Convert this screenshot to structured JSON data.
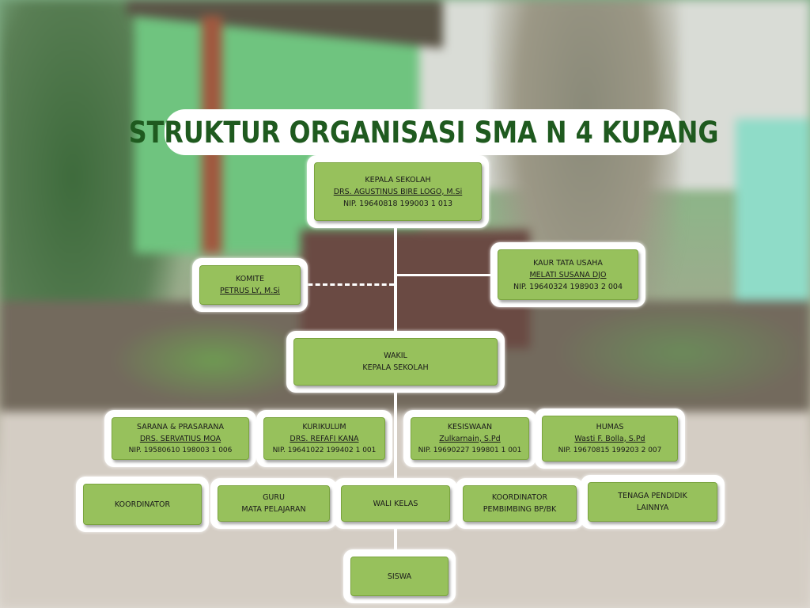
{
  "title": "STRUKTUR ORGANISASI SMA N 4 KUPANG",
  "kepala_sekolah": {
    "role": "KEPALA SEKOLAH",
    "name": "DRS. AGUSTINUS BIRE LOGO, M.Si",
    "nip": "NIP. 19640818 199003 1 013"
  },
  "komite": {
    "role": "KOMITE",
    "name": "PETRUS LY, M.Si"
  },
  "kaur_tata_usaha": {
    "role": "KAUR TATA USAHA",
    "name": "MELATI SUSANA DJO",
    "nip": "NIP. 19640324 198903 2 004"
  },
  "wakil": {
    "line1": "WAKIL",
    "line2": "KEPALA SEKOLAH"
  },
  "wakasek": [
    {
      "role": "SARANA & PRASARANA",
      "name": "DRS. SERVATIUS MOA",
      "nip": "NIP. 19580610 198003 1 006"
    },
    {
      "role": "KURIKULUM",
      "name": "DRS. REFAFI KANA",
      "nip": "NIP. 19641022 199402 1 001"
    },
    {
      "role": "KESISWAAN",
      "name": "Zulkarnain, S.Pd",
      "nip": "NIP. 19690227 199801 1 001"
    },
    {
      "role": "HUMAS",
      "name": "Wasti F. Bolla, S.Pd",
      "nip": "NIP. 19670815 199203 2 007"
    }
  ],
  "row3": [
    {
      "line1": "KOORDINATOR",
      "line2": ""
    },
    {
      "line1": "GURU",
      "line2": "MATA PELAJARAN"
    },
    {
      "line1": "WALI KELAS",
      "line2": ""
    },
    {
      "line1": "KOORDINATOR",
      "line2": "PEMBIMBING BP/BK"
    },
    {
      "line1": "TENAGA PENDIDIK",
      "line2": "LAINNYA"
    }
  ],
  "siswa": "SISWA",
  "colors": {
    "box_fill": "#97c15c",
    "title_text": "#1f5a1f",
    "frame": "#ffffff"
  }
}
